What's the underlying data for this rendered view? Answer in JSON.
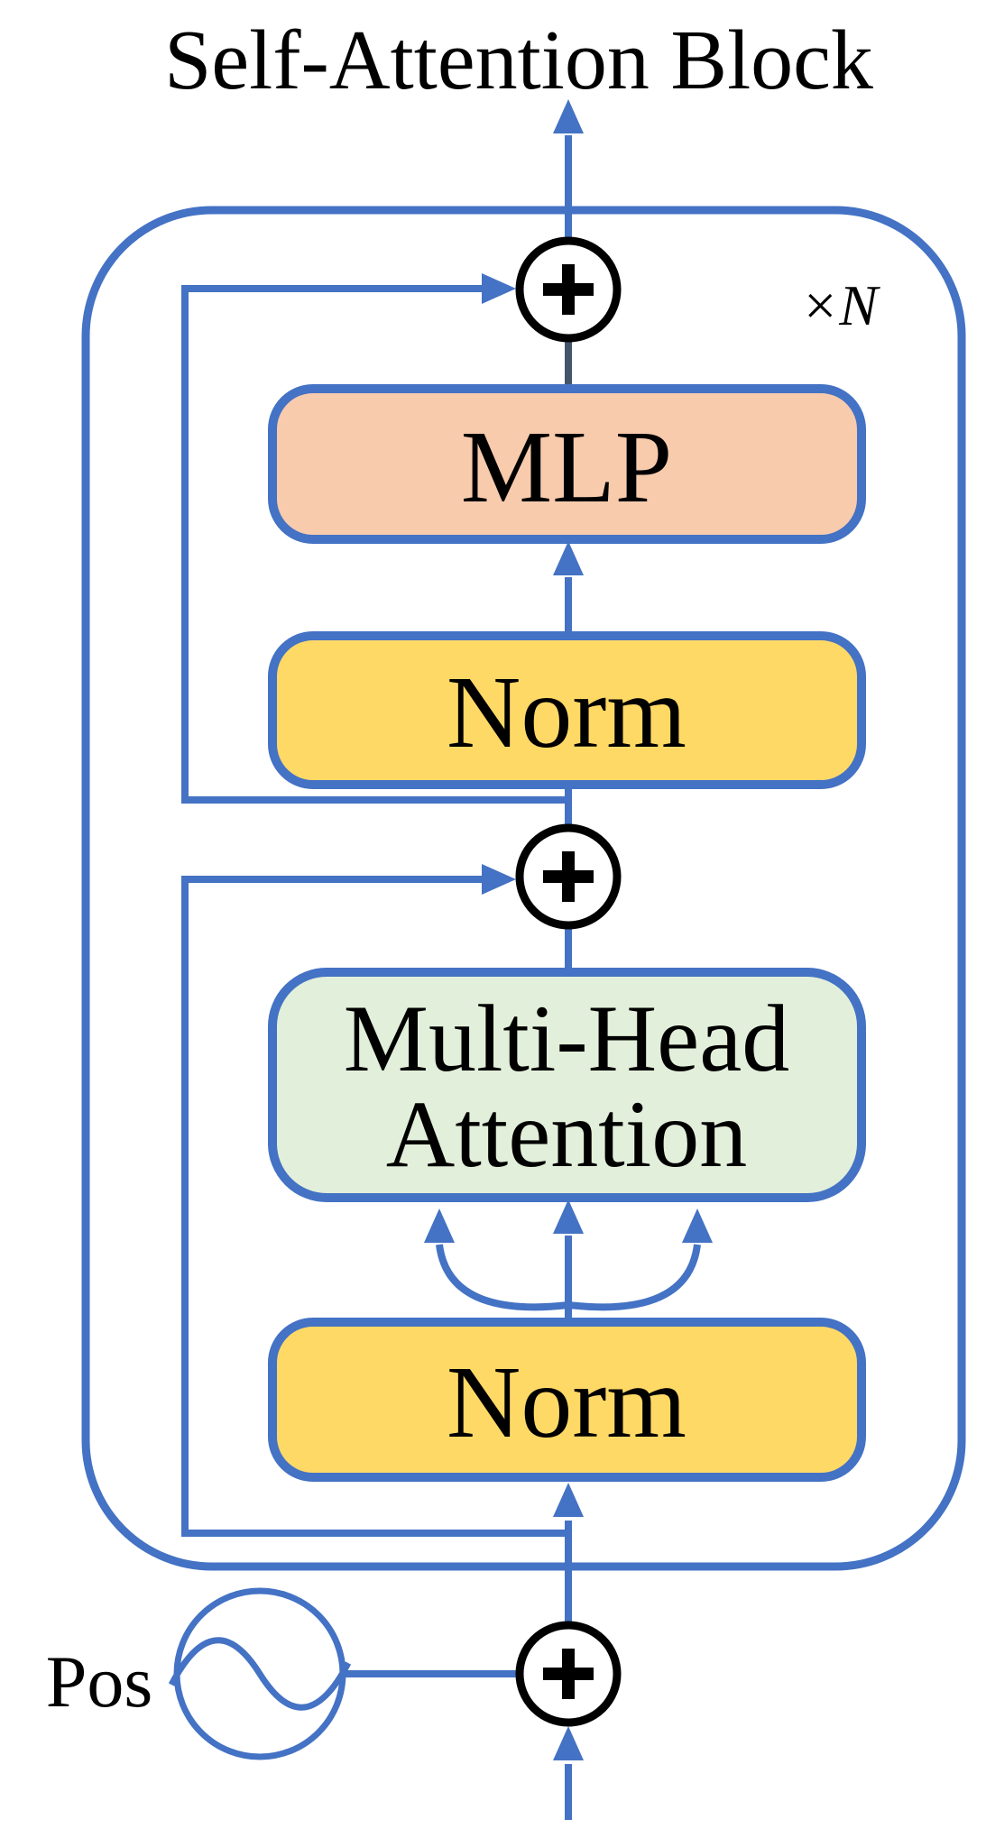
{
  "title": "Self-Attention Block",
  "repeat_label": "×N",
  "diagram": {
    "blocks": {
      "mlp": {
        "label": "MLP",
        "fill": "#F8CBAD"
      },
      "norm_upper": {
        "label": "Norm",
        "fill": "#FFD966"
      },
      "mha": {
        "line1": "Multi-Head",
        "line2": "Attention",
        "fill": "#E2EFDA"
      },
      "norm_lower": {
        "label": "Norm",
        "fill": "#FFD966"
      }
    },
    "pos_label": "Pos",
    "add_node_symbol": "+"
  },
  "colors": {
    "line_blue": "#4472C4",
    "connector_dark": "#44546A",
    "node_stroke": "#000000",
    "mlp_fill": "#F8CBAD",
    "norm_fill": "#FFD966",
    "attention_fill": "#E2EFDA",
    "text": "#000000",
    "background": "#FFFFFF"
  }
}
